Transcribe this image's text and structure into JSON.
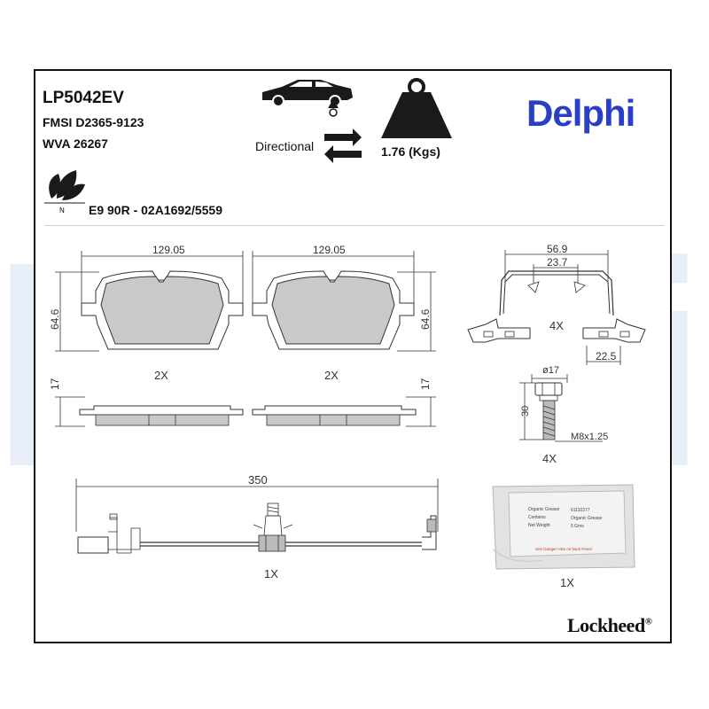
{
  "header": {
    "product_code": "LP5042EV",
    "fmsi": "FMSI D2365-9123",
    "wva": "WVA 26267",
    "certification": "E9 90R - 02A1692/5559",
    "directional_label": "Directional",
    "weight": "1.76 (Kgs)",
    "brand": "Delphi",
    "eco_mark": "N"
  },
  "footer": {
    "brand": "Lockheed",
    "registered": "®"
  },
  "watermark": "Delphi",
  "drawing": {
    "pad_width_left": "129.05",
    "pad_width_right": "129.05",
    "pad_height_left": "64.6",
    "pad_height_right": "64.6",
    "pad_qty_left": "2X",
    "pad_qty_right": "2X",
    "pad_thickness_left": "17",
    "pad_thickness_right": "17",
    "clip_width": "56.9",
    "clip_inner_width": "23.7",
    "clip_qty": "4X",
    "clip_base": "22.5",
    "bolt_diameter": "ø17",
    "bolt_length": "30",
    "bolt_thread": "M8x1.25",
    "bolt_qty": "4X",
    "sensor_length": "350",
    "sensor_qty": "1X",
    "grease_qty": "1X",
    "sachet_lines": [
      "Organic Grease",
      "61110377",
      "Contains",
      "Organic Grease",
      "Net Weight",
      "5 Gms"
    ],
    "sachet_warning": "See Danger note on back Panel"
  },
  "colors": {
    "brand_blue": "#2b3fc6",
    "watermark": "#e8eef7",
    "friction": "#c9c9c9",
    "line": "#333333"
  }
}
